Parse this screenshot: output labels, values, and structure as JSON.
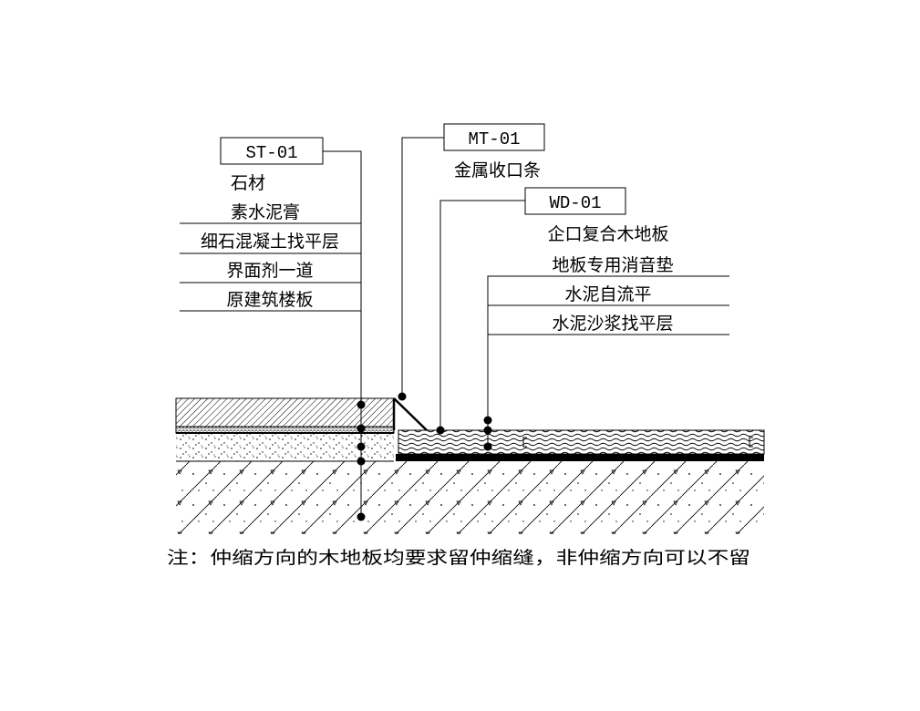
{
  "tags": {
    "stone": "ST-01",
    "metal": "MT-01",
    "wood": "WD-01"
  },
  "stone_labels": [
    "石材",
    "素水泥膏",
    "细石混凝土找平层",
    "界面剂一道",
    "原建筑楼板"
  ],
  "metal_label": "金属收口条",
  "wood_labels": [
    "企口复合木地板",
    "地板专用消音垫",
    "水泥自流平",
    "水泥沙浆找平层"
  ],
  "note": "注：仲缩方向的木地板均要求留仲缩缝，非仲缩方向可以不留"
}
